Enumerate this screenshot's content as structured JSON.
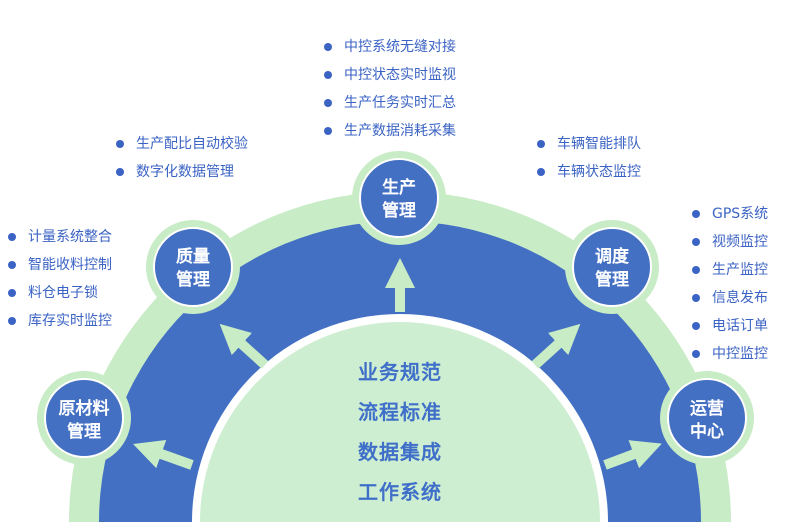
{
  "center": {
    "lines": [
      "业务规范",
      "流程标准",
      "数据集成",
      "工作系统"
    ]
  },
  "nodes": {
    "production": {
      "line1": "生产",
      "line2": "管理"
    },
    "quality": {
      "line1": "质量",
      "line2": "管理"
    },
    "material": {
      "line1": "原材料",
      "line2": "管理"
    },
    "dispatch": {
      "line1": "调度",
      "line2": "管理"
    },
    "operation": {
      "line1": "运营",
      "line2": "中心"
    }
  },
  "lists": {
    "production": [
      "中控系统无缝对接",
      "中控状态实时监视",
      "生产任务实时汇总",
      "生产数据消耗采集"
    ],
    "quality": [
      "生产配比自动校验",
      "数字化数据管理"
    ],
    "material": [
      "计量系统整合",
      "智能收料控制",
      "料仓电子锁",
      "库存实时监控"
    ],
    "dispatch": [
      "车辆智能排队",
      "车辆状态监控"
    ],
    "operation": [
      "GPS系统",
      "视频监控",
      "生产监控",
      "信息发布",
      "电话订单",
      "中控监控"
    ]
  },
  "colors": {
    "outer_ring": "#c8ecc6",
    "inner_ring": "#4470c4",
    "core": "#cdeed0",
    "node_fill": "#4470c4",
    "node_ring": "#c8ecc6",
    "arrow": "#c8ecc6",
    "text_blue": "#3b63c4"
  }
}
